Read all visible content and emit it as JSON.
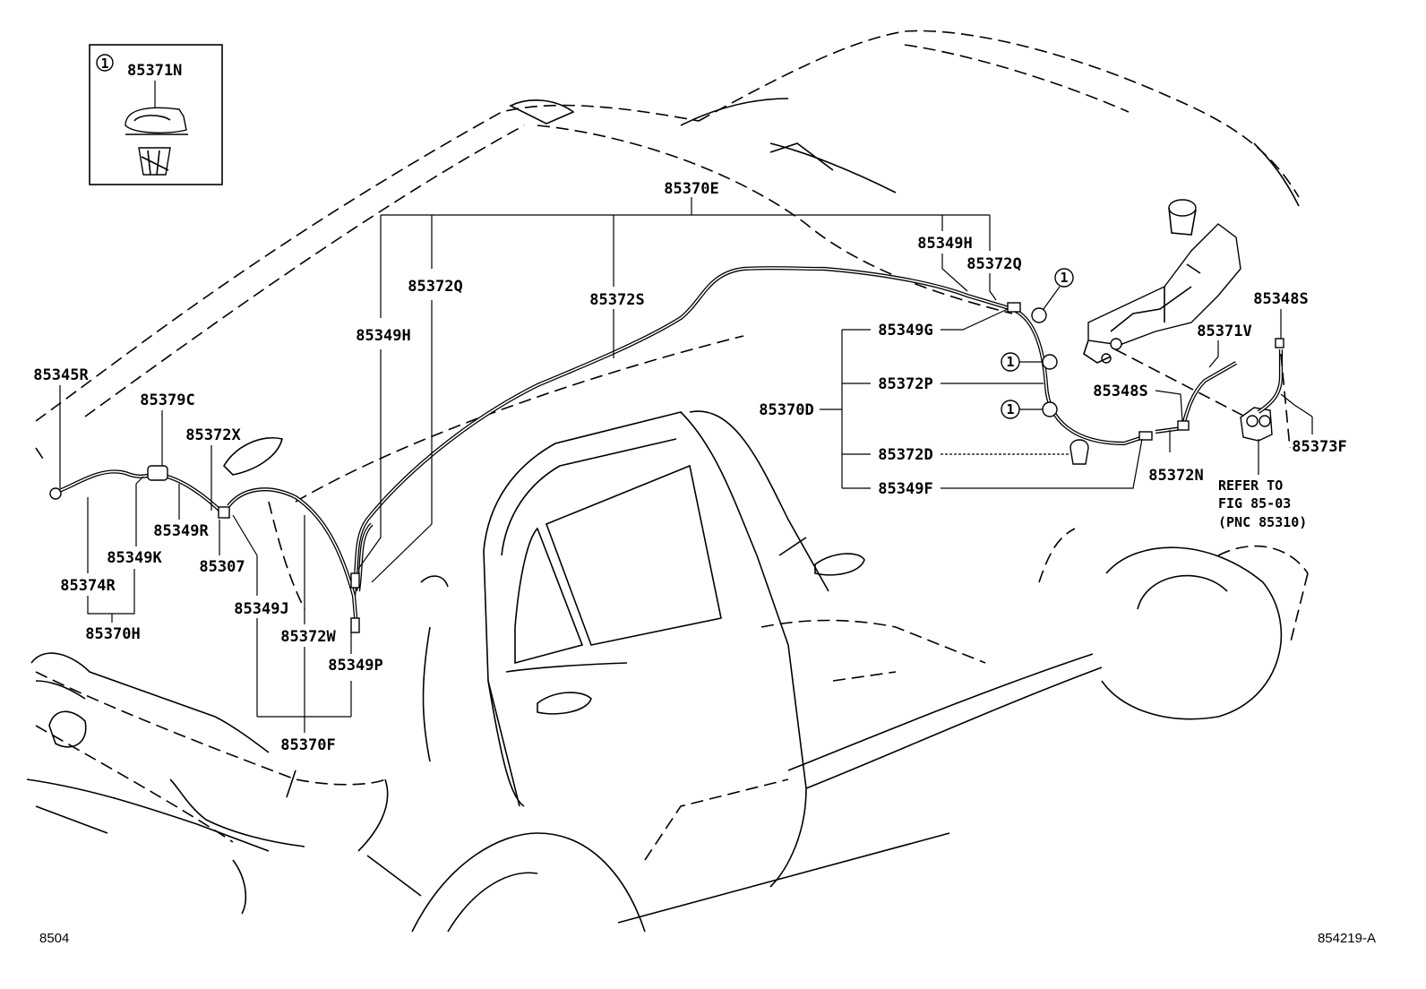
{
  "inset": {
    "ref_symbol": "1",
    "part": "85371N"
  },
  "labels": {
    "p85370E": "85370E",
    "p85349H_a": "85349H",
    "p85372Q_a": "85372Q",
    "p85349H_b": "85349H",
    "p85372Q_b": "85372Q",
    "p85372S": "85372S",
    "p85349G": "85349G",
    "p85372P": "85372P",
    "p85370D": "85370D",
    "p85372D": "85372D",
    "p85349F": "85349F",
    "p85348S_a": "85348S",
    "p85371V": "85371V",
    "p85348S_b": "85348S",
    "p85373F": "85373F",
    "p85372N": "85372N",
    "p85345R": "85345R",
    "p85379C": "85379C",
    "p85372X": "85372X",
    "p85349R": "85349R",
    "p85349K": "85349K",
    "p85307": "85307",
    "p85374R": "85374R",
    "p85370H": "85370H",
    "p85349J": "85349J",
    "p85372W": "85372W",
    "p85349P": "85349P",
    "p85370F": "85370F"
  },
  "ref_symbols": [
    "1",
    "1",
    "1"
  ],
  "reference_note": {
    "line1": "REFER TO",
    "line2": "FIG 85-03",
    "line3": "(PNC 85310)"
  },
  "footer": {
    "page_code": "8504",
    "figure_code": "854219-A"
  }
}
